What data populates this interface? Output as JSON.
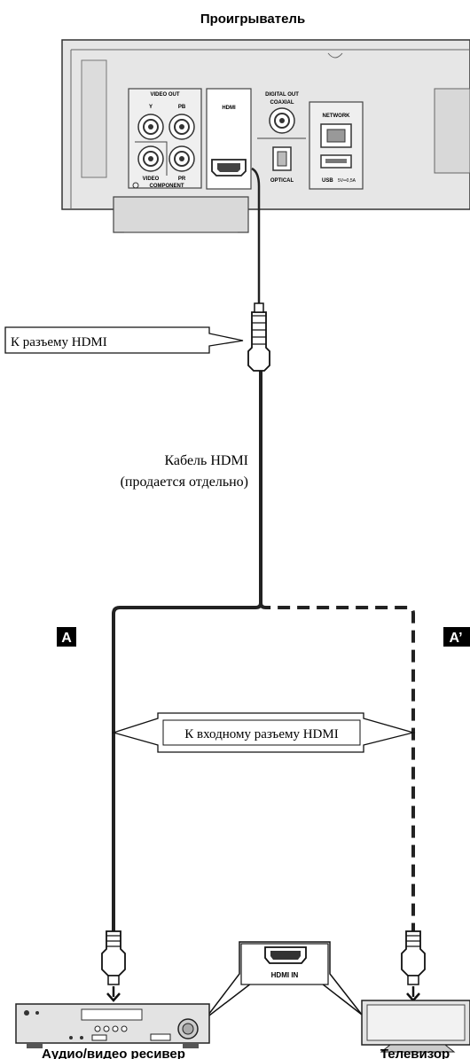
{
  "player": {
    "title": "Проигрыватель",
    "panel_labels": {
      "video_out": "VIDEO OUT",
      "y": "Y",
      "pb": "PB",
      "video": "VIDEO",
      "pr": "PR",
      "component": "COMPONENT",
      "hdmi": "HDMI",
      "digital_out": "DIGITAL OUT",
      "coaxial": "COAXIAL",
      "optical": "OPTICAL",
      "network": "NETWORK",
      "usb": "USB",
      "usb_rating": "5V═0,5A"
    }
  },
  "callouts": {
    "to_hdmi": "К разъему HDMI",
    "cable_line1": "Кабель HDMI",
    "cable_line2": "(продается отдельно)",
    "to_hdmi_input": "К входному разъему HDMI",
    "hdmi_in": "HDMI IN"
  },
  "markers": {
    "a": "A",
    "a_prime": "A’"
  },
  "devices": {
    "receiver": "Аудио/видео ресивер",
    "tv": "Телевизор"
  }
}
